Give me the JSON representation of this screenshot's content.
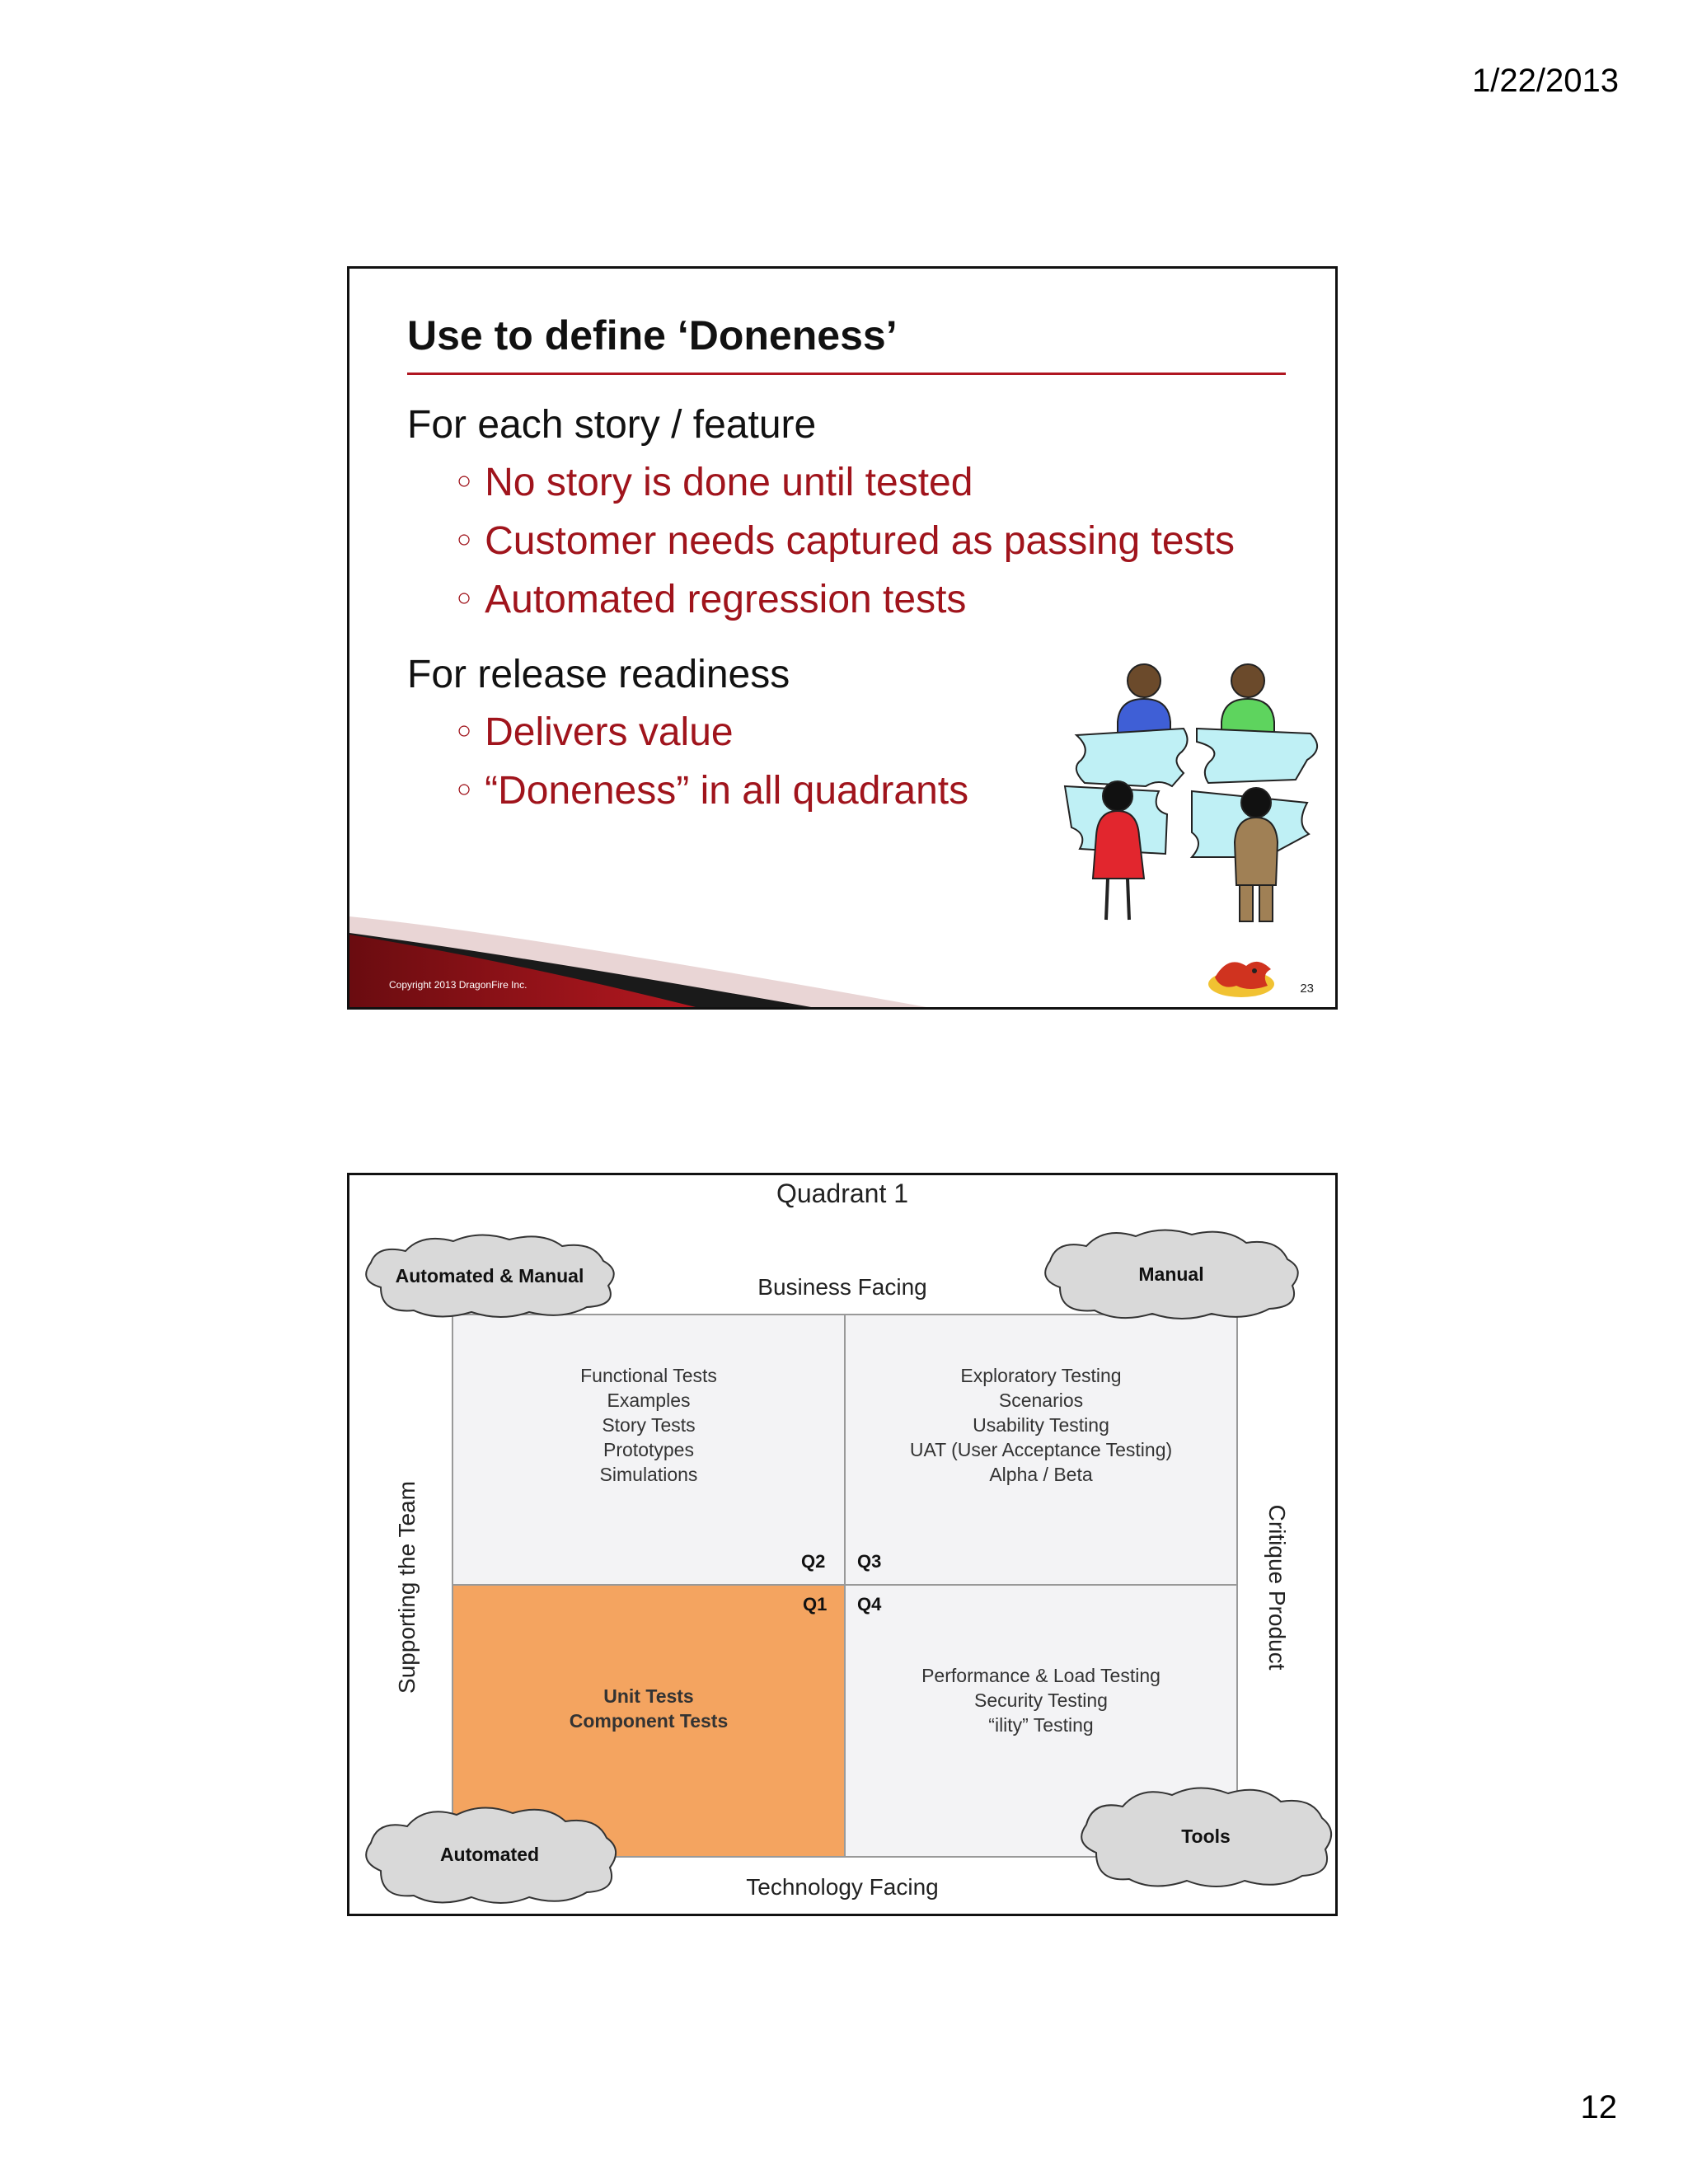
{
  "page": {
    "date": "1/22/2013",
    "number": "12"
  },
  "slide1": {
    "title": "Use to define ‘Doneness’",
    "sections": [
      {
        "heading": "For each story / feature",
        "bullets": [
          "No story is done until tested",
          "Customer needs captured as passing tests",
          "Automated regression tests"
        ]
      },
      {
        "heading": "For release readiness",
        "bullets": [
          "Delivers value",
          "“Doneness” in all quadrants"
        ]
      }
    ],
    "copyright": "Copyright 2013 DragonFire Inc.",
    "slide_number": "23",
    "colors": {
      "accent": "#b01621",
      "bullet_text": "#a0141c"
    }
  },
  "slide2": {
    "title": "Quadrant 1",
    "axis_top": "Business Facing",
    "axis_bottom": "Technology Facing",
    "axis_left": "Supporting the Team",
    "axis_right": "Critique Product",
    "clouds": {
      "top_left": "Automated & Manual",
      "top_right": "Manual",
      "bottom_left": "Automated",
      "bottom_right": "Tools"
    },
    "quadrants": {
      "q2": {
        "label": "Q2",
        "items": [
          "Functional Tests",
          "Examples",
          "Story Tests",
          "Prototypes",
          "Simulations"
        ]
      },
      "q3": {
        "label": "Q3",
        "items": [
          "Exploratory Testing",
          "Scenarios",
          "Usability Testing",
          "UAT (User Acceptance Testing)",
          "Alpha / Beta"
        ]
      },
      "q1": {
        "label": "Q1",
        "items": [
          "Unit Tests",
          "Component Tests"
        ]
      },
      "q4": {
        "label": "Q4",
        "items": [
          "Performance & Load Testing",
          "Security Testing",
          "“ility” Testing"
        ]
      }
    },
    "colors": {
      "highlight": "#f4a460",
      "grid_bg": "#f3f3f5"
    }
  }
}
